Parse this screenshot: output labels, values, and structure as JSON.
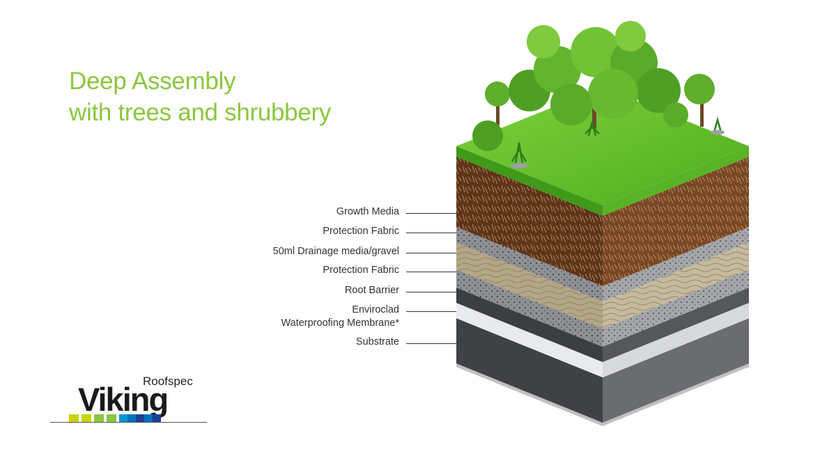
{
  "title": {
    "line1": "Deep Assembly",
    "line2": "with trees and shrubbery"
  },
  "layers": [
    {
      "label": "Growth Media"
    },
    {
      "label": "Protection Fabric"
    },
    {
      "label": "50ml Drainage media/gravel"
    },
    {
      "label": "Protection Fabric"
    },
    {
      "label": "Root Barrier"
    },
    {
      "label": "Enviroclad",
      "label2": "Waterproofing Membrane*"
    },
    {
      "label": "Substrate"
    }
  ],
  "logo": {
    "sub": "Roofspec",
    "main": "Viking",
    "bar_colors": [
      "#c8d400",
      "#ffffff",
      "#c8d400",
      "#ffffff",
      "#8cc63f",
      "#ffffff",
      "#8cc63f",
      "#ffffff",
      "#0096d6",
      "#0072bc",
      "#1d3f94",
      "#0072bc",
      "#1d3f94"
    ]
  },
  "colors": {
    "accent": "#8cc63f",
    "grass": "#6cc12e",
    "soil": "#6b3f1f",
    "fabric": "#9c9ea3",
    "gravel": "#b7a98c",
    "root_barrier": "#4a4c50",
    "membrane": "#e9eaec",
    "substrate": "#5a5c60"
  }
}
